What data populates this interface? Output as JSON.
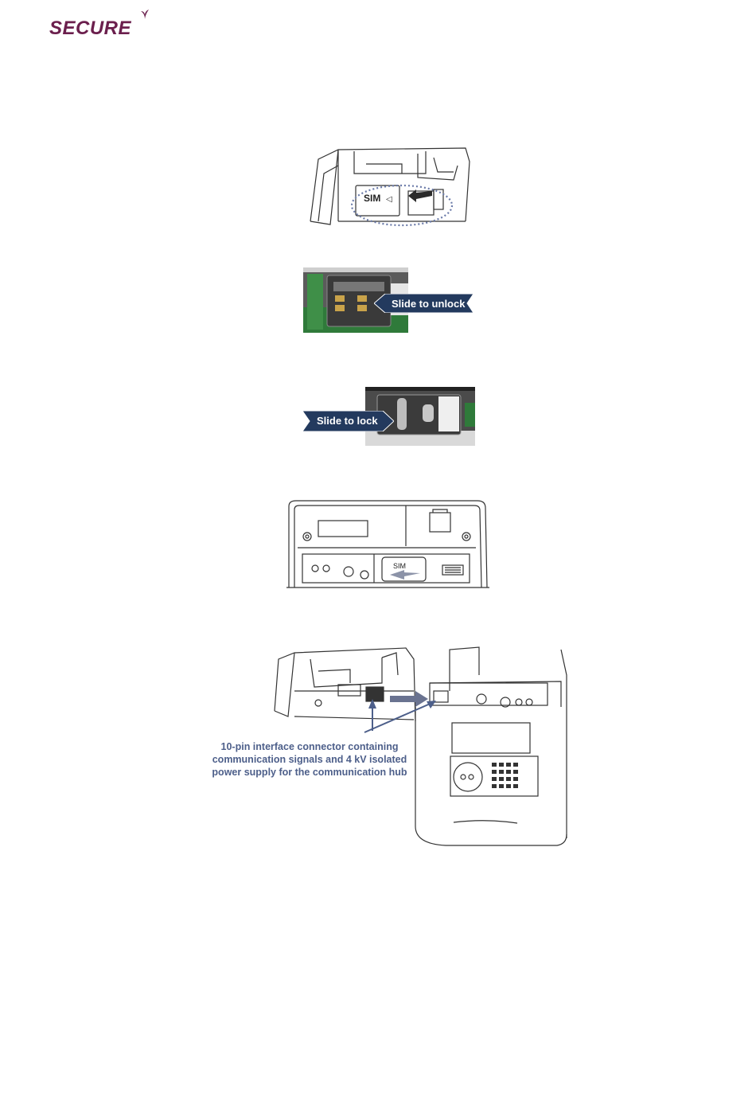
{
  "header": {
    "logo_text": "SECURE",
    "brand_color": "#6b1f4d"
  },
  "figures": {
    "sim_cover": {
      "label": "SIM"
    },
    "unlock": {
      "callout": "Slide to unlock"
    },
    "lock": {
      "callout": "Slide to lock"
    },
    "inserted": {
      "label": "SIM"
    },
    "hub": {
      "annotation_lines": [
        "10-pin interface connector containing",
        "communication signals and 4 kV isolated",
        "power supply for the communication hub"
      ]
    }
  },
  "colors": {
    "callout_bg": "#233a5e",
    "annotation": "#4d5f8a",
    "pcb_green": "#2f7a3a",
    "line": "#333333"
  }
}
